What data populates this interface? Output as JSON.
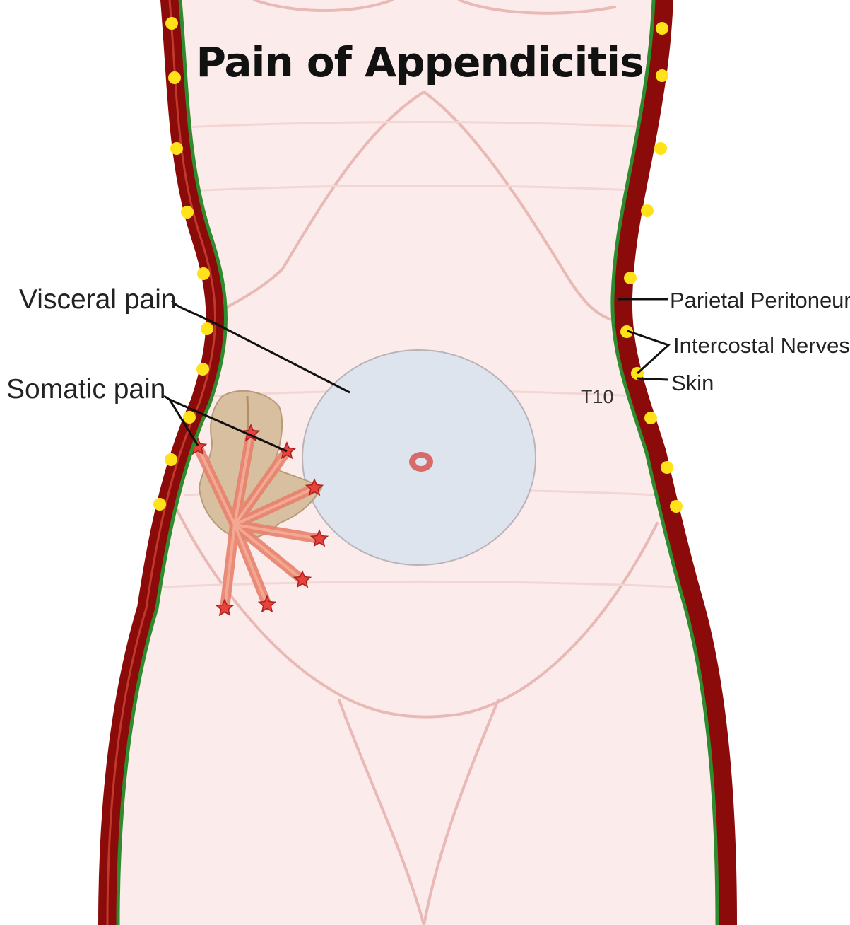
{
  "title": "Pain of Appendicitis",
  "labels": {
    "visceral_pain": "Visceral pain",
    "somatic_pain": "Somatic pain",
    "parietal_peritoneum": "Parietal Peritoneum",
    "intercostal_nerves": "Intercostal Nerves",
    "skin": "Skin",
    "dermatome": "T10"
  },
  "colors": {
    "skin_fill": "#fbeceb",
    "muscle_wall": "#8b0a0a",
    "peritoneum_line": "#2e8b2e",
    "nerve_dot": "#ffe21a",
    "visceral_area": "#dde4ee",
    "appendix": "#d4b896",
    "nerve_fiber": "#e8836e",
    "pain_star": "#e8423a",
    "contour_line": "#e9b9b6"
  },
  "icons": {
    "umbilicus": "umbilicus-ring-icon",
    "pain_point": "star-icon",
    "nerve": "yellow-dot-icon"
  }
}
